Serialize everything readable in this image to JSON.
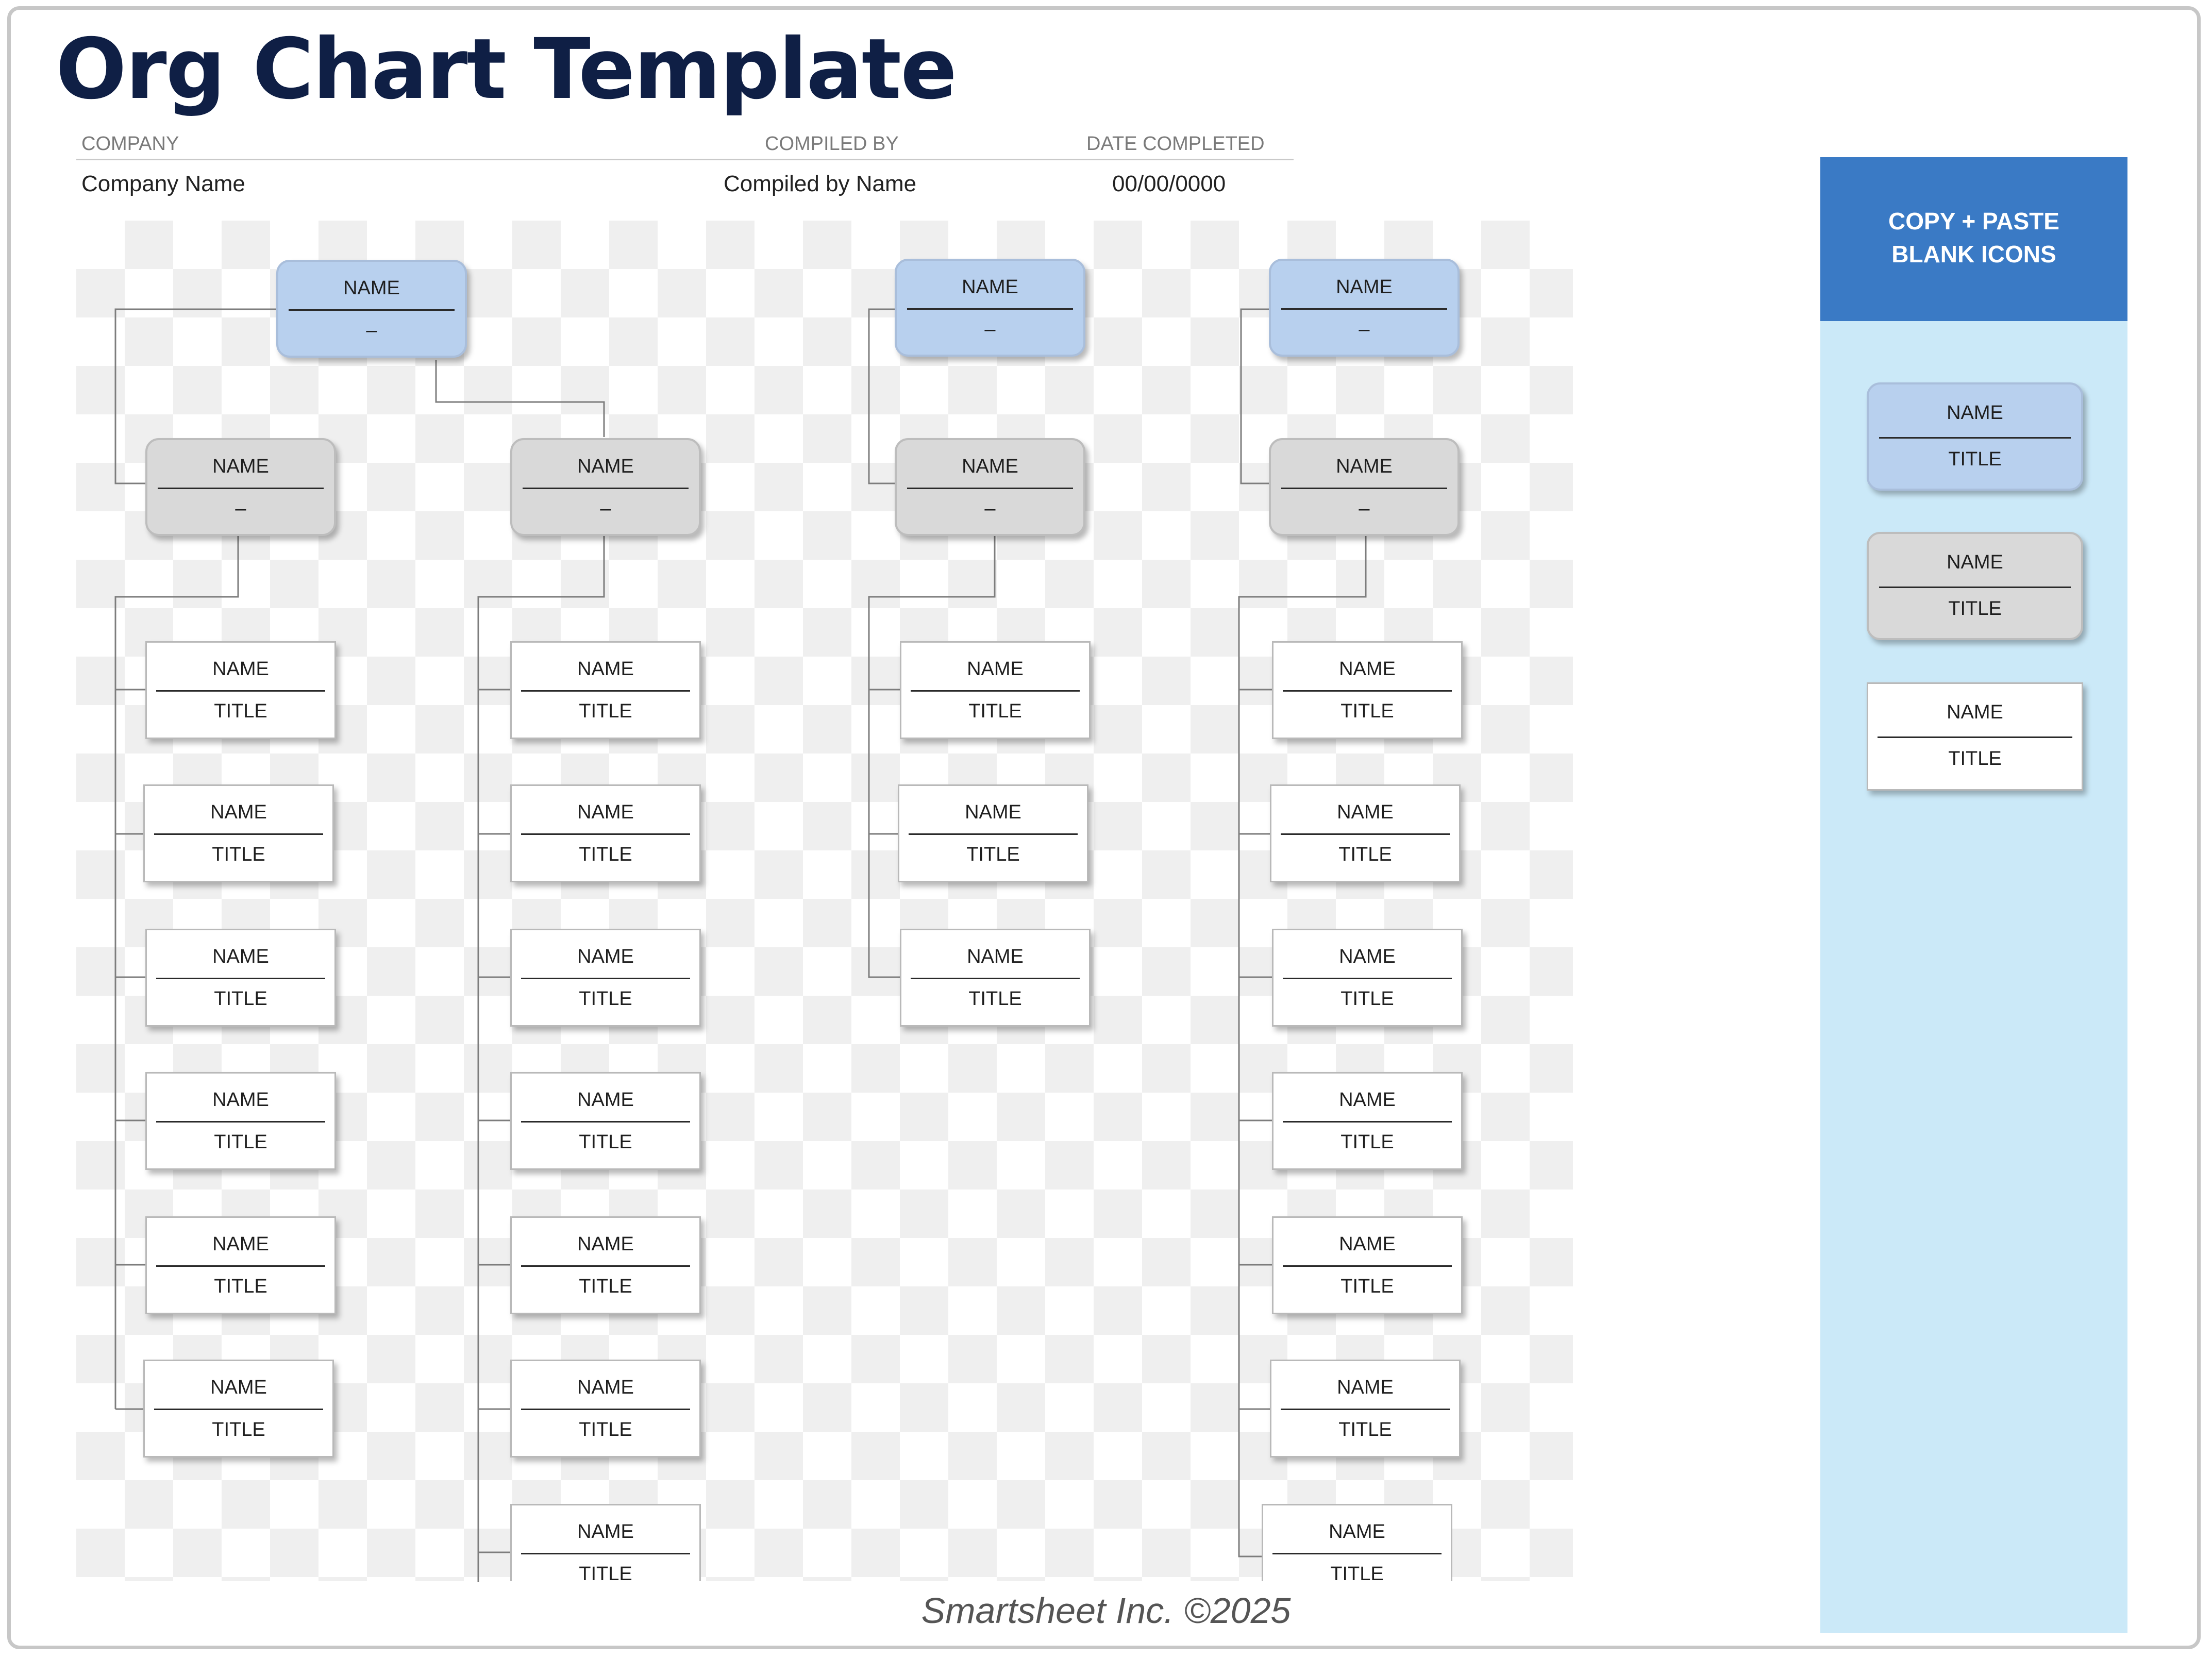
{
  "page": {
    "title": "Org Chart Template",
    "footer": "Smartsheet Inc. ©2025"
  },
  "header": {
    "company_label": "COMPANY",
    "company_value": "Company Name",
    "compiled_label": "COMPILED BY",
    "compiled_value": "Compiled by Name",
    "date_label": "DATE COMPLETED",
    "date_value": "00/00/0000"
  },
  "card_text": {
    "name": "NAME",
    "title": "TITLE",
    "dash": "–"
  },
  "panel": {
    "heading_line1": "COPY + PASTE",
    "heading_line2": "BLANK ICONS"
  },
  "colors": {
    "title": "#0f1f45",
    "executive_card": "#b8d0ee",
    "manager_card": "#d9d9d9",
    "panel_header": "#3a7ac5",
    "panel_body": "#cbe9f8"
  }
}
